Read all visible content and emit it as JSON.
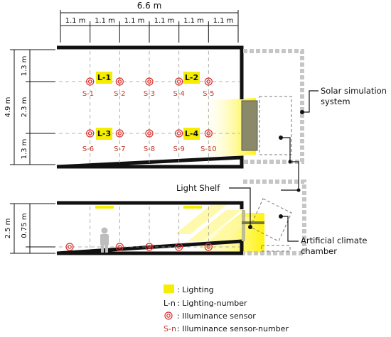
{
  "dimensions": {
    "total_width": "6.6 m",
    "bays": [
      "1.1 m",
      "1.1 m",
      "1.1 m",
      "1.1 m",
      "1.1 m",
      "1.1 m"
    ],
    "plan_total_depth": "4.9 m",
    "plan_depths": [
      "1.3 m",
      "2.3 m",
      "1.3 m"
    ],
    "section_height": "2.5 m",
    "section_workplane": "0.75 m"
  },
  "lighting": [
    {
      "label": "L-1"
    },
    {
      "label": "L-2"
    },
    {
      "label": "L-3"
    },
    {
      "label": "L-4"
    }
  ],
  "sensors": [
    {
      "label": "S-1"
    },
    {
      "label": "S-2"
    },
    {
      "label": "S-3"
    },
    {
      "label": "S-4"
    },
    {
      "label": "S-5"
    },
    {
      "label": "S-6"
    },
    {
      "label": "S-7"
    },
    {
      "label": "S-8"
    },
    {
      "label": "S-9"
    },
    {
      "label": "S-10"
    }
  ],
  "callouts": {
    "solar_line1": "Solar simulation",
    "solar_line2": "system",
    "light_shelf": "Light Shelf",
    "climate_line1": "Artificial climate",
    "climate_line2": "chamber"
  },
  "legend": {
    "lighting_label": ": Lighting",
    "lighting_number_key": "L-n",
    "lighting_number_label": ": Lighting-number",
    "sensor_label": ": Illuminance sensor",
    "sensor_number_key": "S-n",
    "sensor_number_label": ": Illuminance sensor-number"
  },
  "colors": {
    "lighting_fill": "#f5ee00",
    "sensor_red": "#d9302b",
    "wall": "#111111",
    "chamber_gray": "#b5b5b5",
    "sunlight_yellow": "#fff176"
  }
}
